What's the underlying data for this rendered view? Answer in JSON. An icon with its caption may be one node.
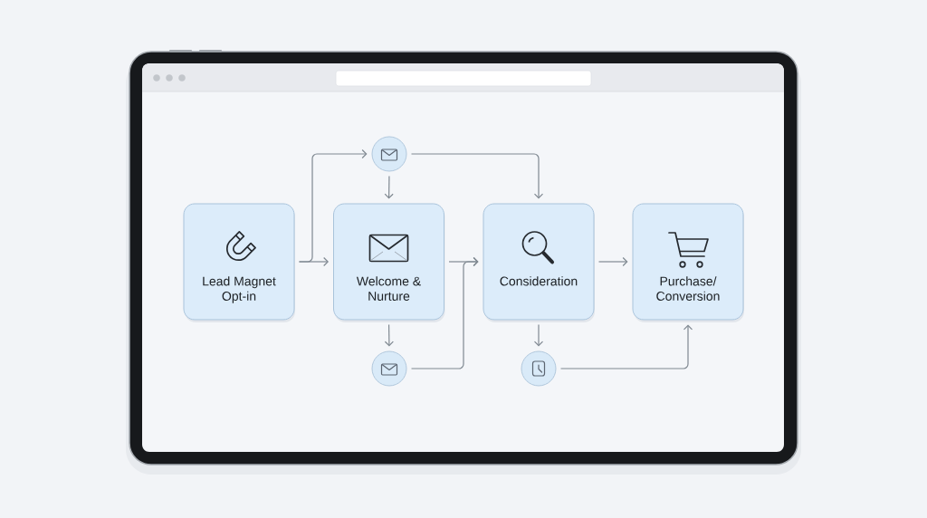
{
  "diagram": {
    "nodes": [
      {
        "text": [
          "Lead Magnet Opt-in"
        ]
      },
      {
        "text": [
          "Welcome & Nurture"
        ]
      },
      {
        "text": [
          "Consideration"
        ]
      },
      {
        "text": [
          "Purchase/ Conversion"
        ]
      },
      {
        "text": [],
        "shape": "circle"
      },
      {
        "text": [],
        "shape": "circle"
      },
      {
        "text": [],
        "shape": "circle"
      }
    ],
    "edges": [
      {
        "from": 0,
        "to": 1,
        "arrow": "to"
      },
      {
        "from": 0,
        "to": 4,
        "arrow": "to"
      },
      {
        "from": 4,
        "to": 1,
        "arrow": "to"
      },
      {
        "from": 4,
        "to": 2,
        "arrow": "to"
      },
      {
        "from": 1,
        "to": 5,
        "arrow": "to"
      },
      {
        "from": 1,
        "to": 2,
        "arrow": "to"
      },
      {
        "from": 5,
        "to": 2,
        "arrow": "to"
      },
      {
        "from": 2,
        "to": 3,
        "arrow": "to"
      },
      {
        "from": 2,
        "to": 6,
        "arrow": "to"
      },
      {
        "from": 6,
        "to": 3,
        "arrow": "to"
      }
    ]
  }
}
